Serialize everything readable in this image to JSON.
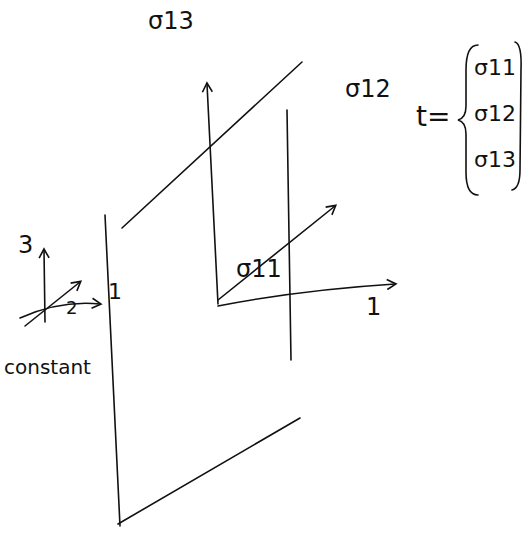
{
  "diagram": {
    "labels": [
      "σ13",
      "σ12",
      "σ11",
      "1",
      "t=",
      "σ11",
      "σ12",
      "σ13",
      "3",
      "2",
      "1",
      "constant"
    ]
  }
}
